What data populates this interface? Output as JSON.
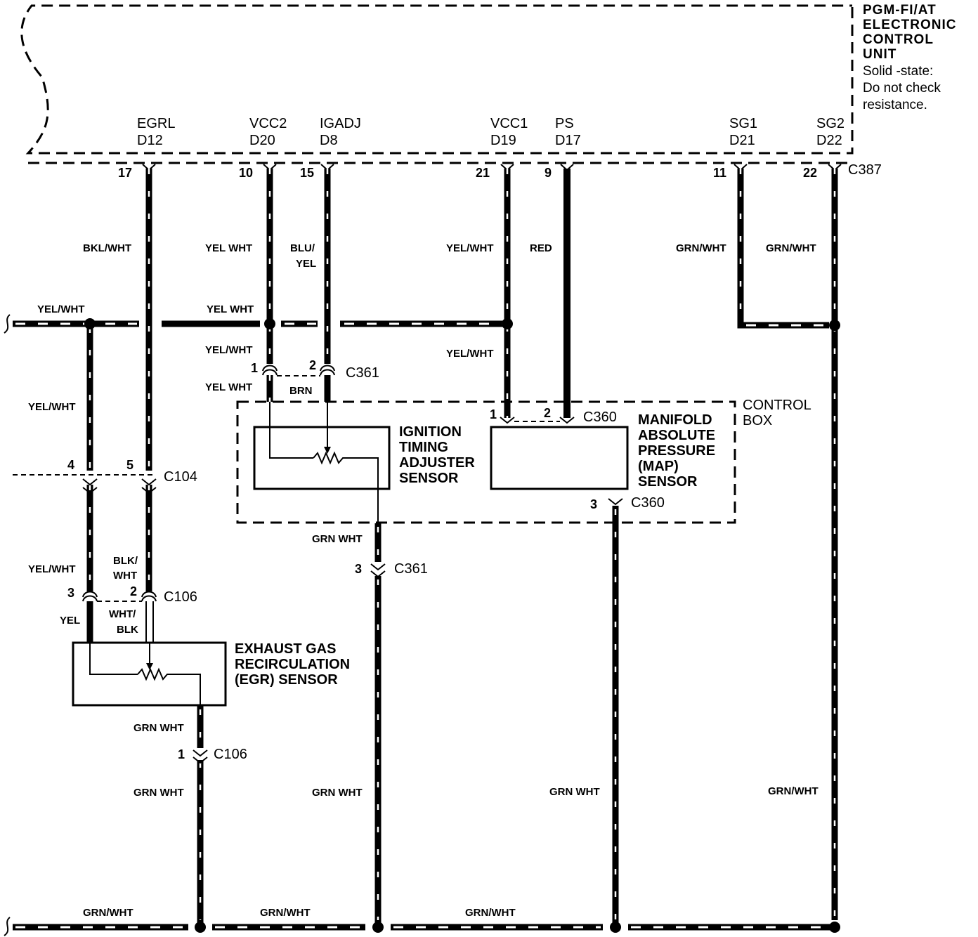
{
  "ecu": {
    "name_lines": [
      "PGM-FI/AT",
      "ELECTRONIC",
      "CONTROL",
      "UNIT"
    ],
    "note_lines": [
      "Solid -state:",
      "Do not check",
      "resistance."
    ],
    "connector": "C387",
    "terminals": [
      {
        "name": "EGRL",
        "code": "D12",
        "pin": "17"
      },
      {
        "name": "VCC2",
        "code": "D20",
        "pin": "10"
      },
      {
        "name": "IGADJ",
        "code": "D8",
        "pin": "15"
      },
      {
        "name": "VCC1",
        "code": "D19",
        "pin": "21"
      },
      {
        "name": "PS",
        "code": "D17",
        "pin": "9"
      },
      {
        "name": "SG1",
        "code": "D21",
        "pin": "11"
      },
      {
        "name": "SG2",
        "code": "D22",
        "pin": "22"
      }
    ]
  },
  "wire_labels": {
    "egrl": "BKL/WHT",
    "vcc2": "YEL WHT",
    "igadj_1": "BLU/",
    "igadj_2": "YEL",
    "vcc1": "YEL/WHT",
    "ps": "RED",
    "sg1": "GRN/WHT",
    "sg2": "GRN/WHT",
    "bus_left": "YEL/WHT",
    "bus_mid": "YEL WHT",
    "vcc2_lower_1": "YEL/WHT",
    "vcc2_lower_2": "YEL WHT",
    "brn": "BRN",
    "vcc1_lower": "YEL/WHT",
    "egr_feed": "YEL/WHT",
    "egr_feed_2": "YEL/WHT",
    "egr_yel": "YEL",
    "egr_blk_1": "BLK/",
    "egr_blk_2": "WHT",
    "egr_wht_1": "WHT/",
    "egr_wht_2": "BLK",
    "egr_out": "GRN WHT",
    "egr_out_2": "GRN WHT",
    "itas_out": "GRN WHT",
    "itas_out_2": "GRN WHT",
    "map_out": "GRN WHT",
    "sg2_lower": "GRN/WHT",
    "ground_1": "GRN/WHT",
    "ground_2": "GRN/WHT",
    "ground_3": "GRN/WHT"
  },
  "connectors": {
    "c104": {
      "id": "C104",
      "pins": [
        "4",
        "5"
      ]
    },
    "c106_top": {
      "id": "C106",
      "pins": [
        "3",
        "2"
      ]
    },
    "c106_bottom": {
      "id": "C106",
      "pin": "1"
    },
    "c361_top": {
      "id": "C361",
      "pins": [
        "1",
        "2"
      ]
    },
    "c361_bottom": {
      "id": "C361",
      "pin": "3"
    },
    "c360_top": {
      "id": "C360",
      "pins": [
        "1",
        "2"
      ]
    },
    "c360_bottom": {
      "id": "C360",
      "pin": "3"
    }
  },
  "components": {
    "control_box": [
      "CONTROL",
      "BOX"
    ],
    "itas": [
      "IGNITION",
      "TIMING",
      "ADJUSTER",
      "SENSOR"
    ],
    "map": [
      "MANIFOLD",
      "ABSOLUTE",
      "PRESSURE",
      "(MAP)",
      "SENSOR"
    ],
    "egr": [
      "EXHAUST GAS",
      "RECIRCULATION",
      "(EGR) SENSOR"
    ]
  }
}
